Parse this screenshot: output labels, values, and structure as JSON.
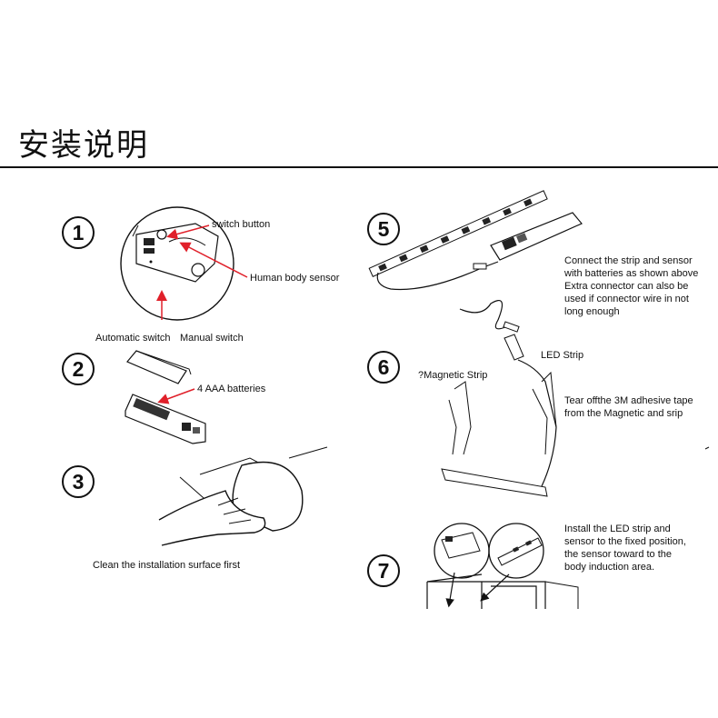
{
  "page": {
    "title": "安装说明"
  },
  "steps": [
    {
      "number": "1",
      "labels": {
        "switch_button": "switch button",
        "human_body_sensor": "Human body sensor",
        "automatic_switch": "Automatic switch",
        "manual_switch": "Manual switch"
      }
    },
    {
      "number": "2",
      "labels": {
        "batteries": "4 AAA batteries"
      }
    },
    {
      "number": "3",
      "labels": {
        "clean": "Clean the installation surface first"
      }
    },
    {
      "number": "5",
      "text": [
        "Connect the strip and sensor",
        "with batteries as shown above",
        "Extra connector can also be",
        "used if connector wire in not",
        "long enough"
      ]
    },
    {
      "number": "6",
      "labels": {
        "led_strip": "LED Strip",
        "magnetic_strip": "?Magnetic Strip"
      },
      "text": [
        "Tear offthe 3M adhesive tape",
        "from the Magnetic and srip"
      ]
    },
    {
      "number": "7",
      "text": [
        "Install the LED strip and",
        "sensor to the fixed position,",
        "the sensor toward to the",
        "body induction area."
      ]
    }
  ],
  "colors": {
    "arrow": "#e0202a",
    "ink": "#111111"
  }
}
